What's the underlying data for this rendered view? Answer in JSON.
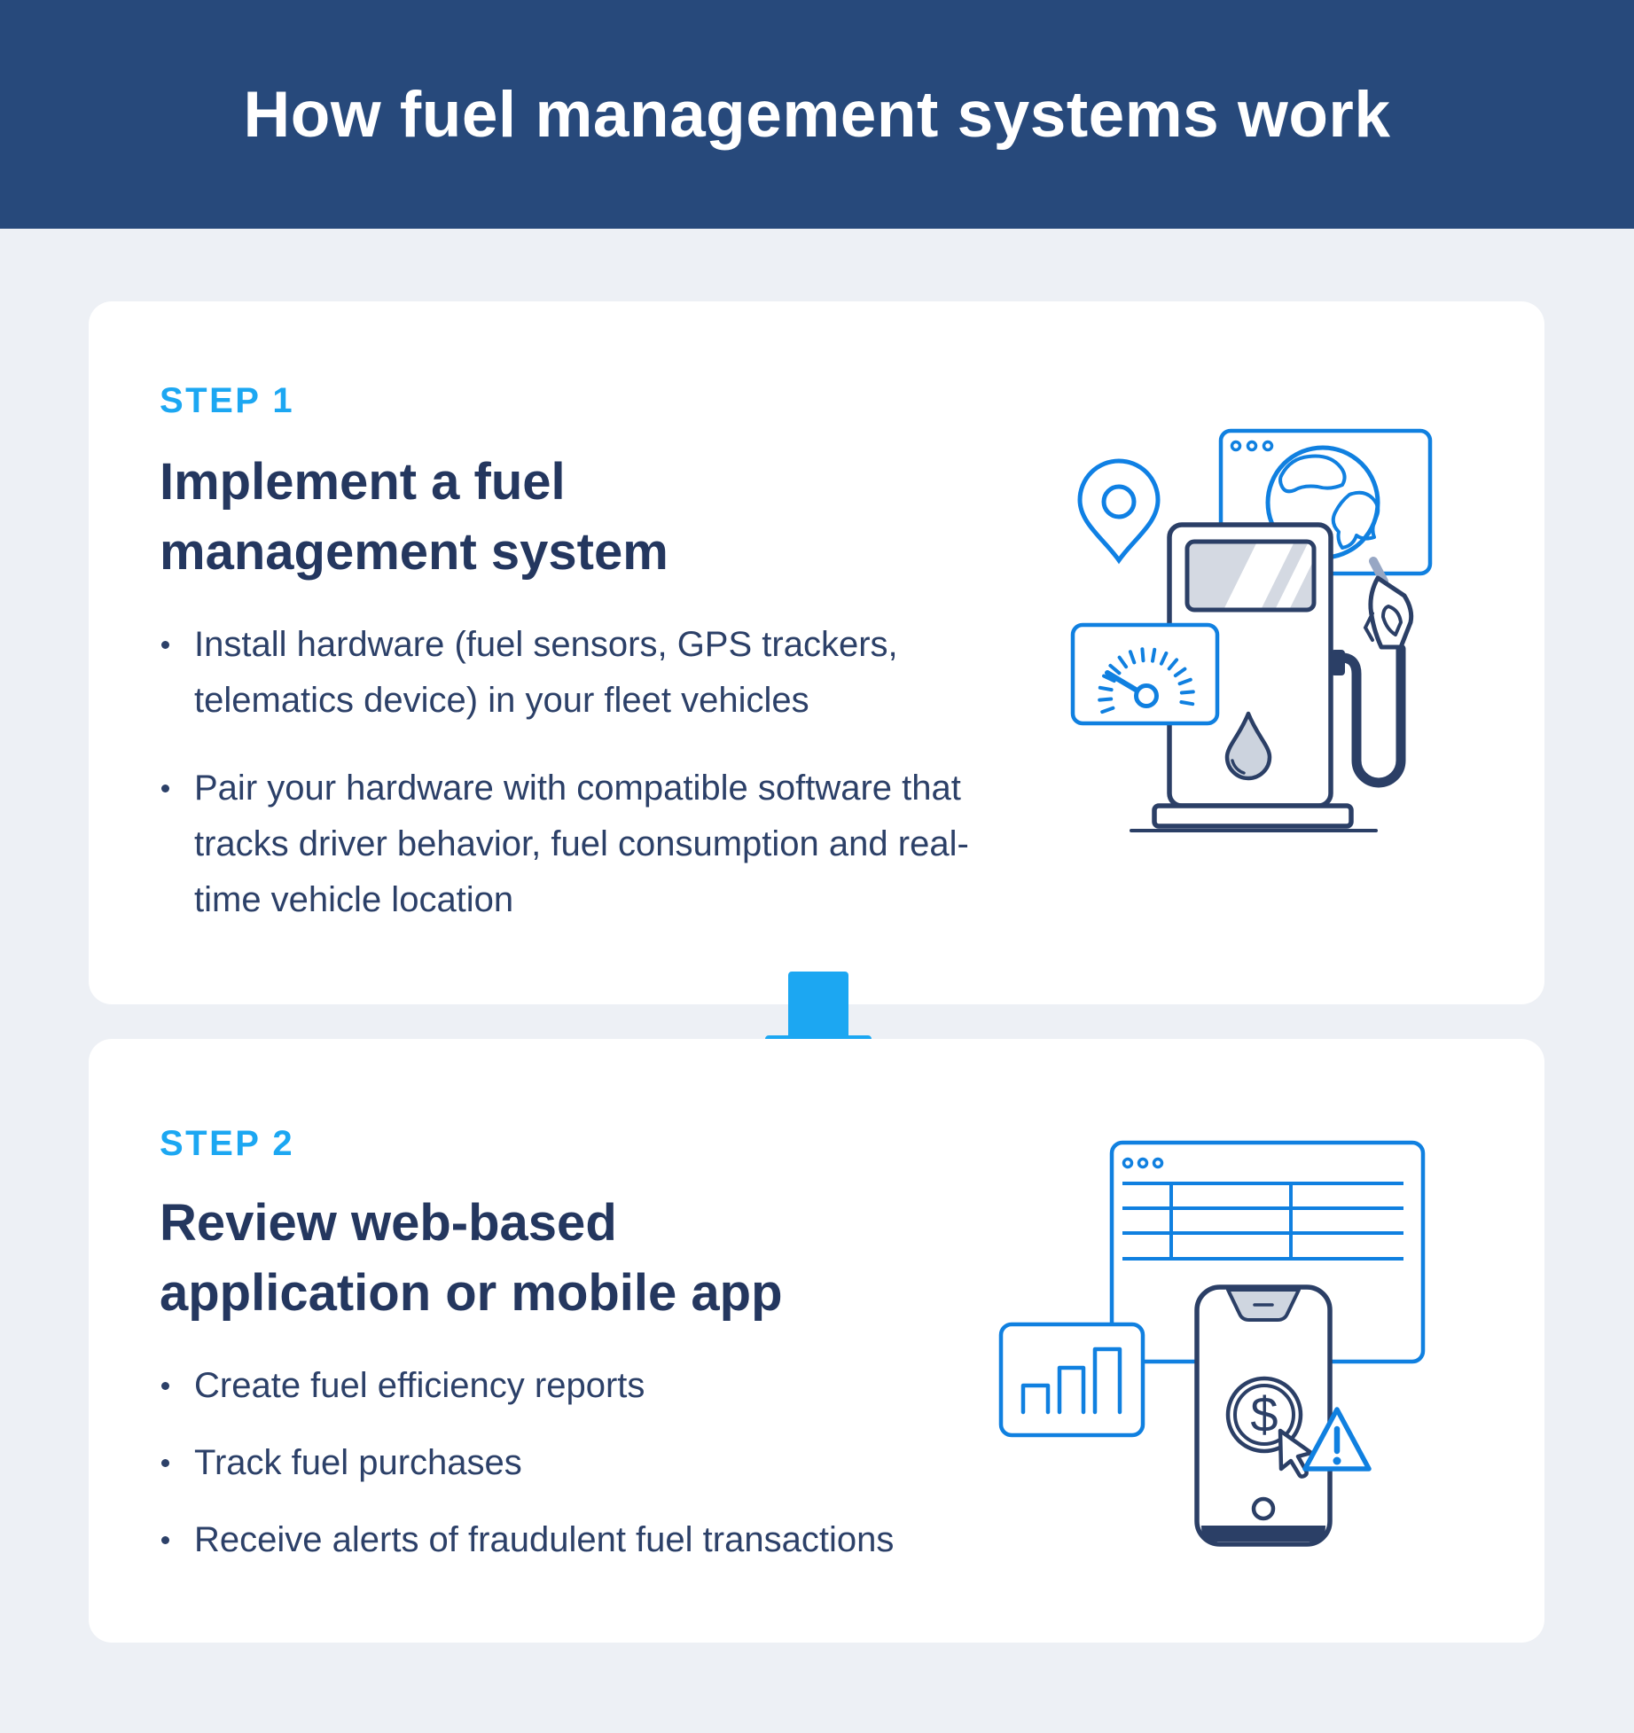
{
  "header": {
    "title": "How fuel management systems work",
    "background": "#27497b",
    "text_color": "#ffffff"
  },
  "arrow": {
    "direction": "down",
    "color": "#1ca7f2"
  },
  "steps": [
    {
      "label": "STEP 1",
      "title_lines": [
        "Implement a fuel",
        "management system"
      ],
      "bullets": [
        "Install hardware (fuel sensors, GPS trackers, telematics device) in your fleet vehicles",
        "Pair your hardware with compatible software that tracks driver behavior, fuel consumption and real-time vehicle location"
      ],
      "illustration": {
        "name": "fuel-pump-scene",
        "icons": [
          "browser-window-icon",
          "globe-icon",
          "location-pin-icon",
          "gauge-icon",
          "fuel-pump-icon",
          "fuel-drop-icon",
          "fuel-nozzle-icon"
        ]
      }
    },
    {
      "label": "STEP 2",
      "title_lines": [
        "Review web-based",
        "application or mobile app"
      ],
      "bullets": [
        "Create fuel efficiency reports",
        "Track fuel purchases",
        "Receive alerts of fraudulent fuel transactions"
      ],
      "illustration": {
        "name": "web-app-scene",
        "dollar_glyph": "$",
        "icons": [
          "browser-window-icon",
          "data-table-icon",
          "bar-chart-icon",
          "mobile-phone-icon",
          "dollar-coin-icon",
          "cursor-icon",
          "warning-triangle-icon"
        ]
      }
    }
  ],
  "colors": {
    "page_bg": "#edf0f5",
    "card_bg": "#ffffff",
    "step_label": "#1ca7f2",
    "heading": "#24375f",
    "body_text": "#2c4068",
    "illustration_blue": "#1080e0",
    "illustration_navy": "#2b3f66",
    "illustration_gray": "#d4d9e2"
  }
}
